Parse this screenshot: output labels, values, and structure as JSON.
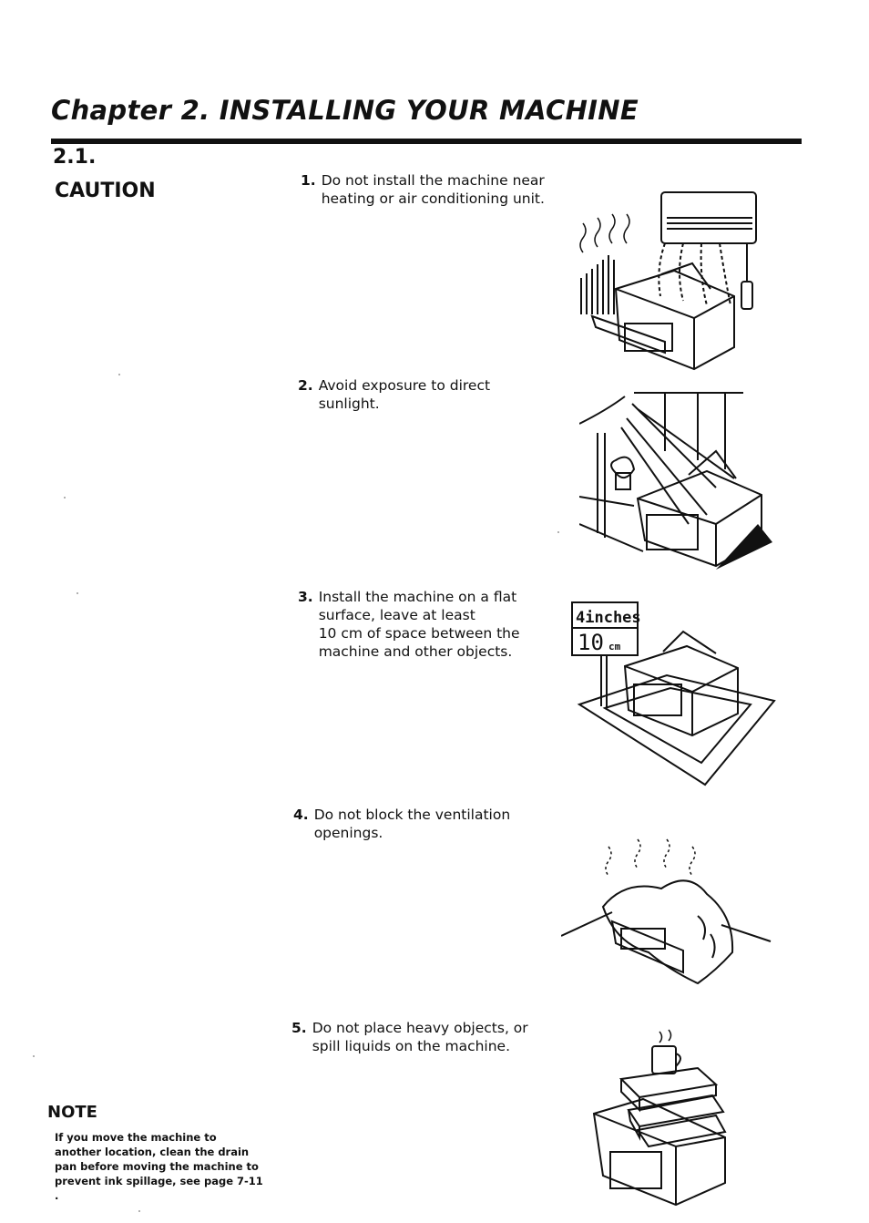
{
  "header": {
    "chapter_title": "Chapter 2. INSTALLING YOUR MACHINE"
  },
  "section": {
    "number": "2.1.",
    "heading": "CAUTION"
  },
  "items": [
    {
      "num": "1.",
      "text": "Do not install the machine near\nheating or air conditioning unit.",
      "illustration": "air-conditioner-printer-illustration"
    },
    {
      "num": "2.",
      "text": "Avoid exposure to direct\nsunlight.",
      "illustration": "sunlight-printer-illustration"
    },
    {
      "num": "3.",
      "text": "Install the machine on a flat\nsurface, leave at least\n10 cm of space between the\nmachine and other objects.",
      "illustration": "clearance-sign-printer-illustration"
    },
    {
      "num": "4.",
      "text": "Do not block the ventilation\nopenings.",
      "illustration": "covered-printer-illustration"
    },
    {
      "num": "5.",
      "text": "Do not place heavy objects, or\nspill liquids on the machine.",
      "illustration": "books-cup-printer-illustration"
    }
  ],
  "illustration_labels": {
    "sign_top": "4inches",
    "sign_bottom": "10",
    "sign_unit": "cm"
  },
  "note": {
    "heading": "NOTE",
    "text": "If you move the machine to another location, clean the drain pan before moving the machine to prevent ink spillage, see page 7-11 ."
  }
}
